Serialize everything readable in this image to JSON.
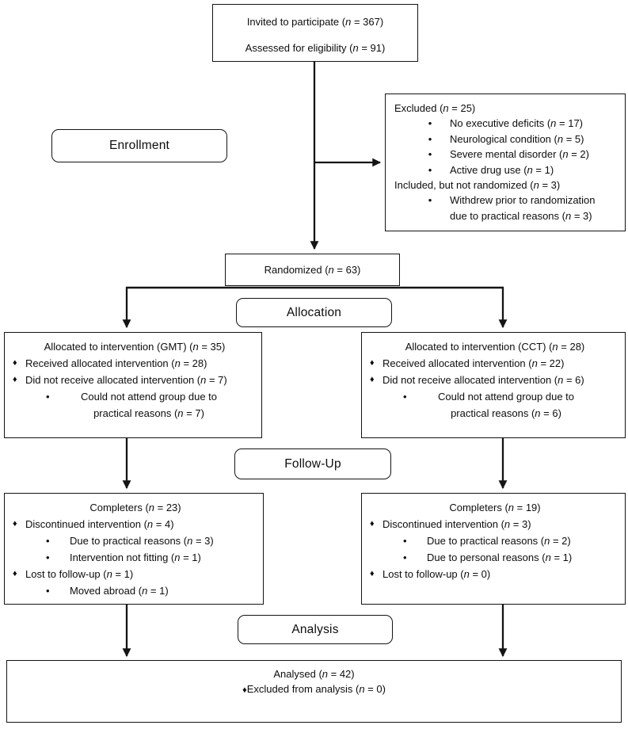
{
  "glyphs": {
    "bullet": "•",
    "diamond": "♦"
  },
  "figure": {
    "enrollment_box": {
      "line1": "Invited to participate (n = 367)",
      "line2": "Assessed for eligibility (n = 91)"
    },
    "excluded_box": {
      "heading": "Excluded (n = 25)",
      "bullets": [
        "No executive deficits (n = 17)",
        "Neurological condition (n = 5)",
        "Severe mental disorder (n = 2)",
        "Active drug use (n = 1)"
      ],
      "subheading": "Included, but not randomized (n = 3)",
      "sub_bullet": "Withdrew prior to randomization due to practical reasons (n = 3)"
    },
    "stages": {
      "enrollment": "Enrollment",
      "allocation": "Allocation",
      "follow_up": "Follow-Up",
      "analysis": "Analysis"
    },
    "randomized_box": {
      "text": "Randomized (n = 63)"
    },
    "allocation_gmt": {
      "title": "Allocated to intervention (GMT) (n = 35)",
      "item1": "Received allocated intervention (n = 28)",
      "item2": "Did not receive allocated intervention (n = 7)",
      "item2_sub": "Could not attend group due to practical reasons (n = 7)"
    },
    "allocation_cct": {
      "title": "Allocated to intervention (CCT) (n = 28)",
      "item1": "Received allocated intervention (n = 22)",
      "item2": "Did not receive allocated intervention (n = 6)",
      "item2_sub": "Could not attend group due to practical reasons (n = 6)"
    },
    "followup_gmt": {
      "title": "Completers (n = 23)",
      "item1": "Discontinued intervention (n = 4)",
      "item1_subs": [
        "Due to practical reasons (n = 3)",
        "Intervention not fitting (n = 1)"
      ],
      "item2": "Lost to follow-up (n = 1)",
      "item2_subs": [
        "Moved abroad (n = 1)"
      ]
    },
    "followup_cct": {
      "title": "Completers (n = 19)",
      "item1": "Discontinued intervention (n = 3)",
      "item1_subs": [
        "Due to practical reasons (n = 2)",
        "Due to personal reasons (n = 1)"
      ],
      "item2": "Lost to follow-up (n = 0)"
    },
    "analysis_box": {
      "line1": "Analysed (n = 42)",
      "line2": "Excluded from analysis (n = 0)"
    }
  }
}
